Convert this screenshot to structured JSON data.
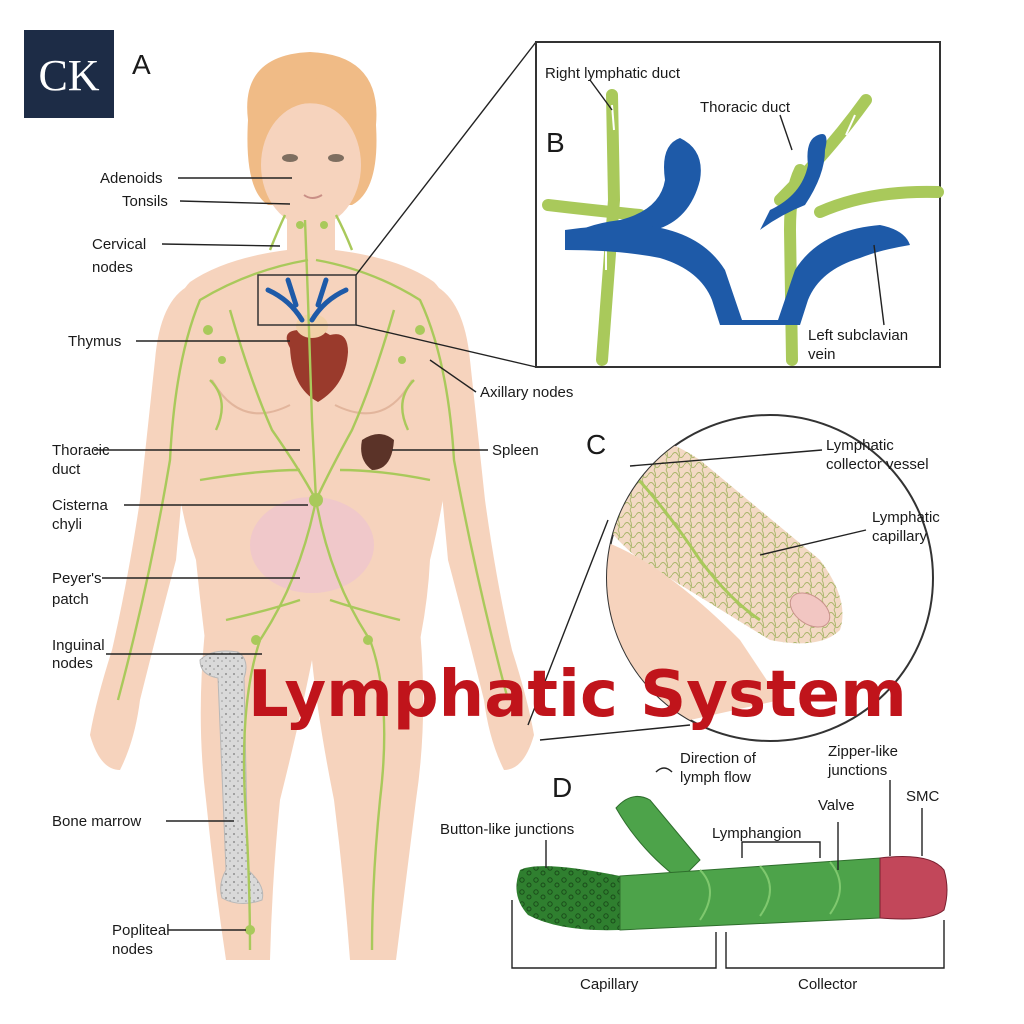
{
  "logo": {
    "text": "CK"
  },
  "panels": {
    "a": "A",
    "b": "B",
    "c": "C",
    "d": "D"
  },
  "title": "Lymphatic System",
  "colors": {
    "skin": "#f6d3bd",
    "hair": "#f0bb86",
    "lymph": "#a9c95b",
    "vein_blue": "#1e5aa8",
    "title_red": "#c0141b",
    "logo_navy": "#1d2c46",
    "collector_green": "#3f9d3a",
    "smc_red": "#c2475a"
  },
  "labels": {
    "adenoids": "Adenoids",
    "tonsils": "Tonsils",
    "cervical_1": "Cervical",
    "cervical_2": "nodes",
    "thymus": "Thymus",
    "axillary": "Axillary nodes",
    "thoracic_1": "Thoracic",
    "thoracic_2": "duct",
    "spleen": "Spleen",
    "cisterna_1": "Cisterna",
    "cisterna_2": "chyli",
    "peyers_1": "Peyer's",
    "peyers_2": "patch",
    "inguinal_1": "Inguinal",
    "inguinal_2": "nodes",
    "bone_marrow": "Bone marrow",
    "popliteal_1": "Popliteal",
    "popliteal_2": "nodes",
    "right_lymphatic_duct": "Right lymphatic duct",
    "thoracic_duct_b": "Thoracic duct",
    "left_subclavian_1": "Left subclavian",
    "left_subclavian_2": "vein",
    "collector_vessel_1": "Lymphatic",
    "collector_vessel_2": "collector vessel",
    "capillary_c_1": "Lymphatic",
    "capillary_c_2": "capillary",
    "direction_1": "Direction of",
    "direction_2": "lymph flow",
    "zipper_1": "Zipper-like",
    "zipper_2": "junctions",
    "smc": "SMC",
    "valve": "Valve",
    "lymphangion": "Lymphangion",
    "button_junctions": "Button-like junctions",
    "capillary_d": "Capillary",
    "collector_d": "Collector"
  }
}
